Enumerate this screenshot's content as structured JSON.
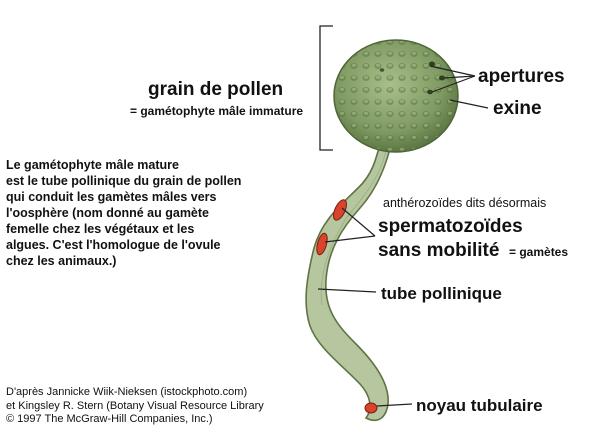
{
  "labels": {
    "grain": "grain de pollen",
    "grain_sub": "= gamétophyte mâle immature",
    "apertures": "apertures",
    "exine": "exine",
    "antherozoides": "anthérozoïdes dits désormais",
    "spermatozoides": "spermatozoïdes",
    "sans_mobilite": "sans mobilité",
    "gametes": "= gamètes",
    "tube": "tube pollinique",
    "noyau": "noyau tubulaire"
  },
  "description": "Le gamétophyte mâle mature\nest le tube pollinique du grain de pollen\nqui conduit les gamètes mâles vers\nl'oosphère (nom donné au gamète\nfemelle chez les végétaux et les\nalgues. C'est l'homologue de l'ovule\nchez les animaux.)",
  "credit": "D'après Jannicke Wiik-Nieksen (istockphoto.com)\net Kingsley R. Stern (Botany Visual Resource Library\n© 1997 The McGraw-Hill Companies, Inc.)",
  "colors": {
    "pollen": "#7f9a62",
    "pollen_dark": "#4e6638",
    "tube_fill": "#b6c7a0",
    "tube_edge": "#5f7344",
    "nucleus": "#d8442c"
  }
}
